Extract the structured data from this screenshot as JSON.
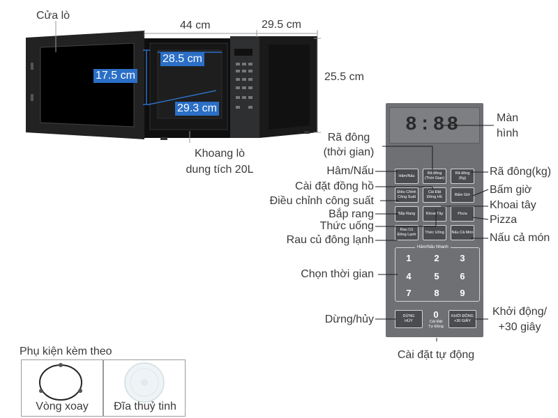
{
  "microwave": {
    "door_label": "Cửa lò",
    "width": "44 cm",
    "depth": "29.5 cm",
    "height": "25.5 cm",
    "cavity_width": "28.5 cm",
    "cavity_height": "17.5 cm",
    "cavity_depth": "29.3 cm",
    "capacity_line1": "Khoang lò",
    "capacity_line2": "dung tích 20L"
  },
  "panel": {
    "display_digits": "8:88",
    "display_label_line1": "Màn",
    "display_label_line2": "hình",
    "buttons": {
      "ham_nau": "Hâm/Nấu",
      "ra_dong_tg": "Rã đông\n(Thời Gian)",
      "ra_dong_kg": "Rã đông\n(Kg)",
      "dieu_chinh": "Điều Chỉnh\nCông Suất",
      "cai_dat_dong_ho": "Cài Đặt\nĐồng Hồ",
      "bam_gio": "Bấm Giờ",
      "bap_rang": "Bắp Rang",
      "khoai_tay": "Khoai Tây",
      "pizza": "Pizza",
      "rau_cu": "Rau Củ\nĐông Lạnh",
      "thuc_uong": "Thức Uống",
      "nau_ca_mon": "Nấu Cả Món",
      "keypad_title": "Hâm/Nấu Nhanh",
      "dung_huy": "DỪNG\nHỦY",
      "khoi_dong": "KHỞI ĐỘNG\n+30 GIÂY",
      "zero_sub": "Cài Đặt\nTự Động"
    },
    "keypad": [
      "1",
      "2",
      "3",
      "4",
      "5",
      "6",
      "7",
      "8",
      "9"
    ],
    "zero": "0"
  },
  "callouts": {
    "ra_dong_tg": [
      "Rã đông",
      "(thời gian)"
    ],
    "ham_nau": "Hâm/Nấu",
    "cai_dat_dong_ho": "Cài đặt đồng hồ",
    "dieu_chinh": "Điều chỉnh công suất",
    "bap_rang": "Bắp rang",
    "thuc_uong": "Thức uống",
    "rau_cu": "Rau củ đông lạnh",
    "chon_thoi_gian": "Chọn thời gian",
    "dung_huy": "Dừng/hủy",
    "cai_dat_tu_dong": "Cài đặt tự động",
    "ra_dong_kg": "Rã đông(kg)",
    "bam_gio": "Bấm giờ",
    "khoai_tay": "Khoai tây",
    "pizza": "Pizza",
    "nau_ca_mon": "Nấu cả món",
    "khoi_dong": [
      "Khởi động/",
      "+30 giây"
    ]
  },
  "accessories": {
    "title": "Phụ kiện kèm theo",
    "items": [
      "Vòng xoay",
      "Đĩa thuỷ tinh"
    ]
  },
  "colors": {
    "dimension_tag": "#2b6fc6",
    "panel": "#6e7074",
    "display_digits": "#2a2a2a"
  }
}
